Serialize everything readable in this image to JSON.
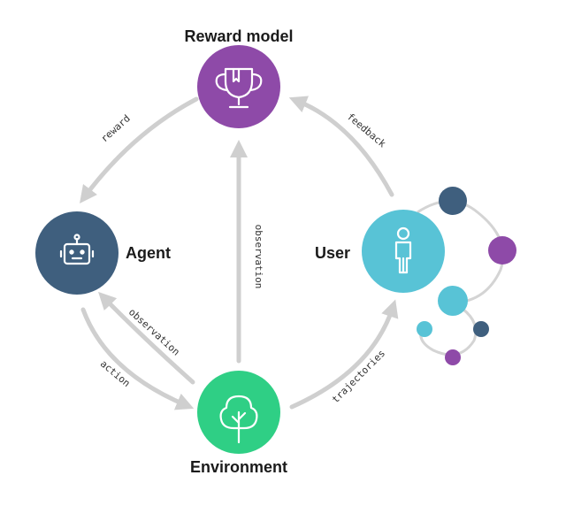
{
  "nodes": {
    "reward_model": {
      "label": "Reward model",
      "color": "#8e4aa8"
    },
    "agent": {
      "label": "Agent",
      "color": "#3f5f7e"
    },
    "user": {
      "label": "User",
      "color": "#58c3d6"
    },
    "environment": {
      "label": "Environment",
      "color": "#2fcf85"
    }
  },
  "edges": {
    "reward": "reward",
    "feedback": "feedback",
    "observation_env_to_reward": "observation",
    "observation_env_to_agent": "observation",
    "action": "action",
    "trajectories": "trajectories"
  },
  "icons": {
    "reward_model": "trophy-icon",
    "agent": "robot-icon",
    "user": "person-icon",
    "environment": "tree-icon"
  },
  "colors": {
    "edge": "#cfcfcf",
    "decoration_navy": "#3f5f7e",
    "decoration_purple": "#8e4aa8",
    "decoration_cyan": "#58c3d6"
  }
}
